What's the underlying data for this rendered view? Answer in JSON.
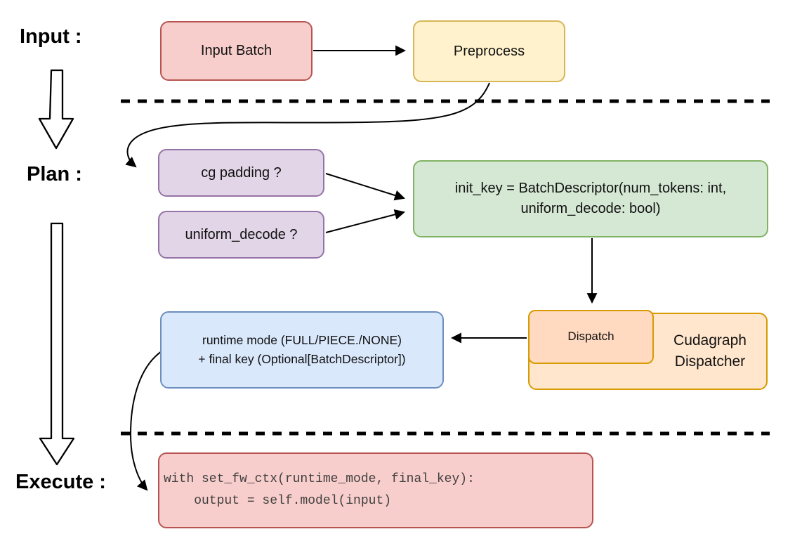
{
  "diagram": {
    "stages": {
      "input_label": "Input :",
      "plan_label": "Plan :",
      "execute_label": "Execute :"
    },
    "nodes": {
      "input_batch": {
        "label": "Input Batch",
        "fill": "#f8cecc",
        "stroke": "#b85450"
      },
      "preprocess": {
        "label": "Preprocess",
        "fill": "#fff2cc",
        "stroke": "#d6b656"
      },
      "cg_padding": {
        "label": "cg padding ?",
        "fill": "#e1d5e7",
        "stroke": "#9673a6"
      },
      "uniform_decode": {
        "label": "uniform_decode ?",
        "fill": "#e1d5e7",
        "stroke": "#9673a6"
      },
      "init_key": {
        "label": "init_key = BatchDescriptor(num_tokens: int,\nuniform_decode: bool)",
        "fill": "#d5e8d4",
        "stroke": "#82b366"
      },
      "dispatch": {
        "label": "Dispatch",
        "fill": "#ffd9c0",
        "stroke": "#d79b00"
      },
      "cudagraph_dispatcher": {
        "label": "Cudagraph\nDispatcher",
        "fill": "#ffe6cc",
        "stroke": "#d79b00"
      },
      "runtime_mode_final_key": {
        "label": "runtime mode (FULL/PIECE./NONE)\n+ final key (Optional[BatchDescriptor])",
        "fill": "#dae8fc",
        "stroke": "#6c8ebf"
      },
      "execute_code": {
        "label": "with set_fw_ctx(runtime_mode, final_key):\n    output = self.model(input)",
        "fill": "#f8cecc",
        "stroke": "#b85450"
      }
    },
    "connector_color": "#000000"
  }
}
